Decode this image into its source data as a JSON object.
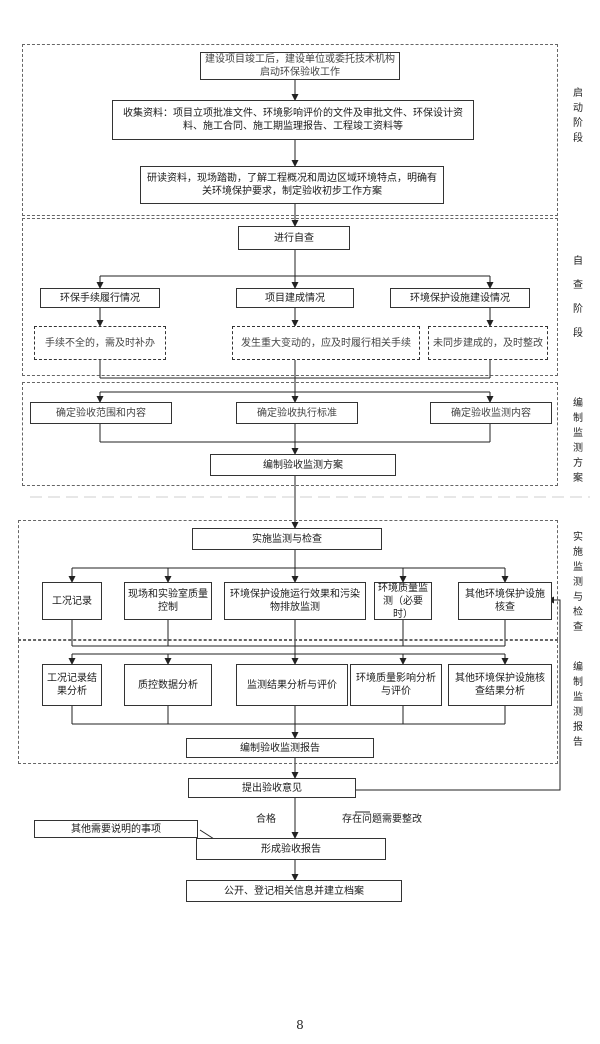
{
  "phases": {
    "startup": "启动阶段",
    "self_check": "自查阶段",
    "plan": "编制监测方案",
    "implement": "实施监测与检查",
    "report": "编制监测报告"
  },
  "startup": {
    "step1": "建设项目竣工后，建设单位或委托技术机构启动环保验收工作",
    "step2": "收集资料：项目立项批准文件、环境影响评价的文件及审批文件、环保设计资料、施工合同、施工期监理报告、工程竣工资料等",
    "step3": "研读资料，现场踏勘，了解工程概况和周边区域环境特点，明确有关环境保护要求，制定验收初步工作方案"
  },
  "self_check": {
    "main": "进行自查",
    "items": [
      "环保手续履行情况",
      "项目建成情况",
      "环境保护设施建设情况"
    ],
    "notes": [
      "手续不全的，需及时补办",
      "发生重大变动的，应及时履行相关手续",
      "未同步建成的，及时整改"
    ]
  },
  "plan": {
    "items": [
      "确定验收范围和内容",
      "确定验收执行标准",
      "确定验收监测内容"
    ],
    "result": "编制验收监测方案"
  },
  "implement": {
    "main": "实施监测与检查",
    "items": [
      "工况记录",
      "现场和实验室质量控制",
      "环境保护设施运行效果和污染物排放监测",
      "环境质量监测（必要时）",
      "其他环境保护设施核查"
    ]
  },
  "report": {
    "items": [
      "工况记录结果分析",
      "质控数据分析",
      "监测结果分析与评价",
      "环境质量影响分析与评价",
      "其他环境保护设施核查结果分析"
    ],
    "result": "编制验收监测报告"
  },
  "final": {
    "opinion": "提出验收意见",
    "pass_label": "合格",
    "issue_label": "存在问题需要整改",
    "other_note": "其他需要说明的事项",
    "form_report": "形成验收报告",
    "publish": "公开、登记相关信息并建立档案"
  },
  "page_number": "8"
}
